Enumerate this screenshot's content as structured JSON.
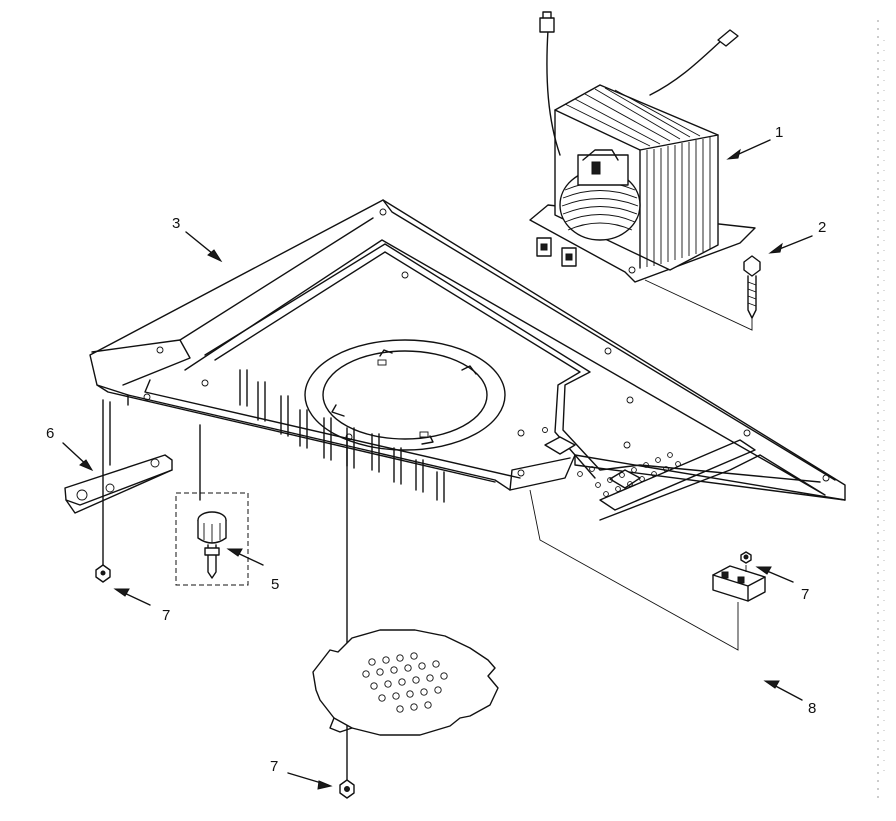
{
  "diagram": {
    "callouts": [
      {
        "id": "callout-1",
        "label": "1",
        "part": "transformer"
      },
      {
        "id": "callout-2",
        "label": "2",
        "part": "screw"
      },
      {
        "id": "callout-3",
        "label": "3",
        "part": "base-plate"
      },
      {
        "id": "callout-5",
        "label": "5",
        "part": "foot-assembly"
      },
      {
        "id": "callout-6",
        "label": "6",
        "part": "bracket"
      },
      {
        "id": "callout-7a",
        "label": "7",
        "part": "screw"
      },
      {
        "id": "callout-7b",
        "label": "7",
        "part": "screw"
      },
      {
        "id": "callout-7c",
        "label": "7",
        "part": "screw"
      },
      {
        "id": "callout-8",
        "label": "8",
        "part": "clip"
      }
    ]
  }
}
